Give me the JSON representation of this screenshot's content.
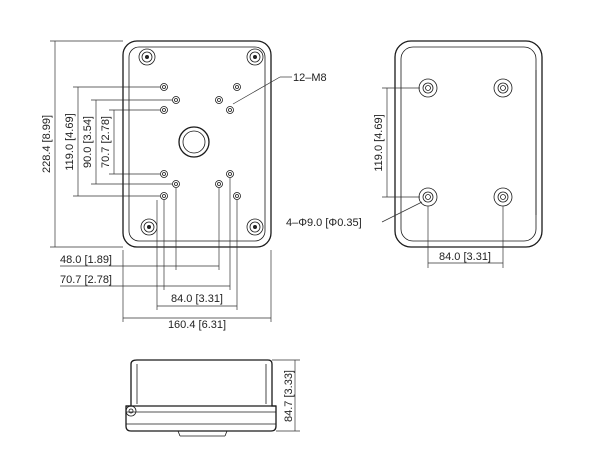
{
  "front_view": {
    "label_bolts": "12–M8",
    "dim_height_total": "228.4 [8.99]",
    "dim_height_outer": "119.0 [4.69]",
    "dim_height_mid": "90.0 [3.54]",
    "dim_height_inner": "70.7 [2.78]",
    "dim_width_48": "48.0 [1.89]",
    "dim_width_70": "70.7 [2.78]",
    "dim_width_84": "84.0 [3.31]",
    "dim_width_total": "160.4 [6.31]"
  },
  "back_view": {
    "dim_height": "119.0 [4.69]",
    "label_holes": "4–Φ9.0 [Φ0.35]",
    "dim_width": "84.0 [3.31]"
  },
  "side_view": {
    "dim_height": "84.7 [3.33]"
  }
}
